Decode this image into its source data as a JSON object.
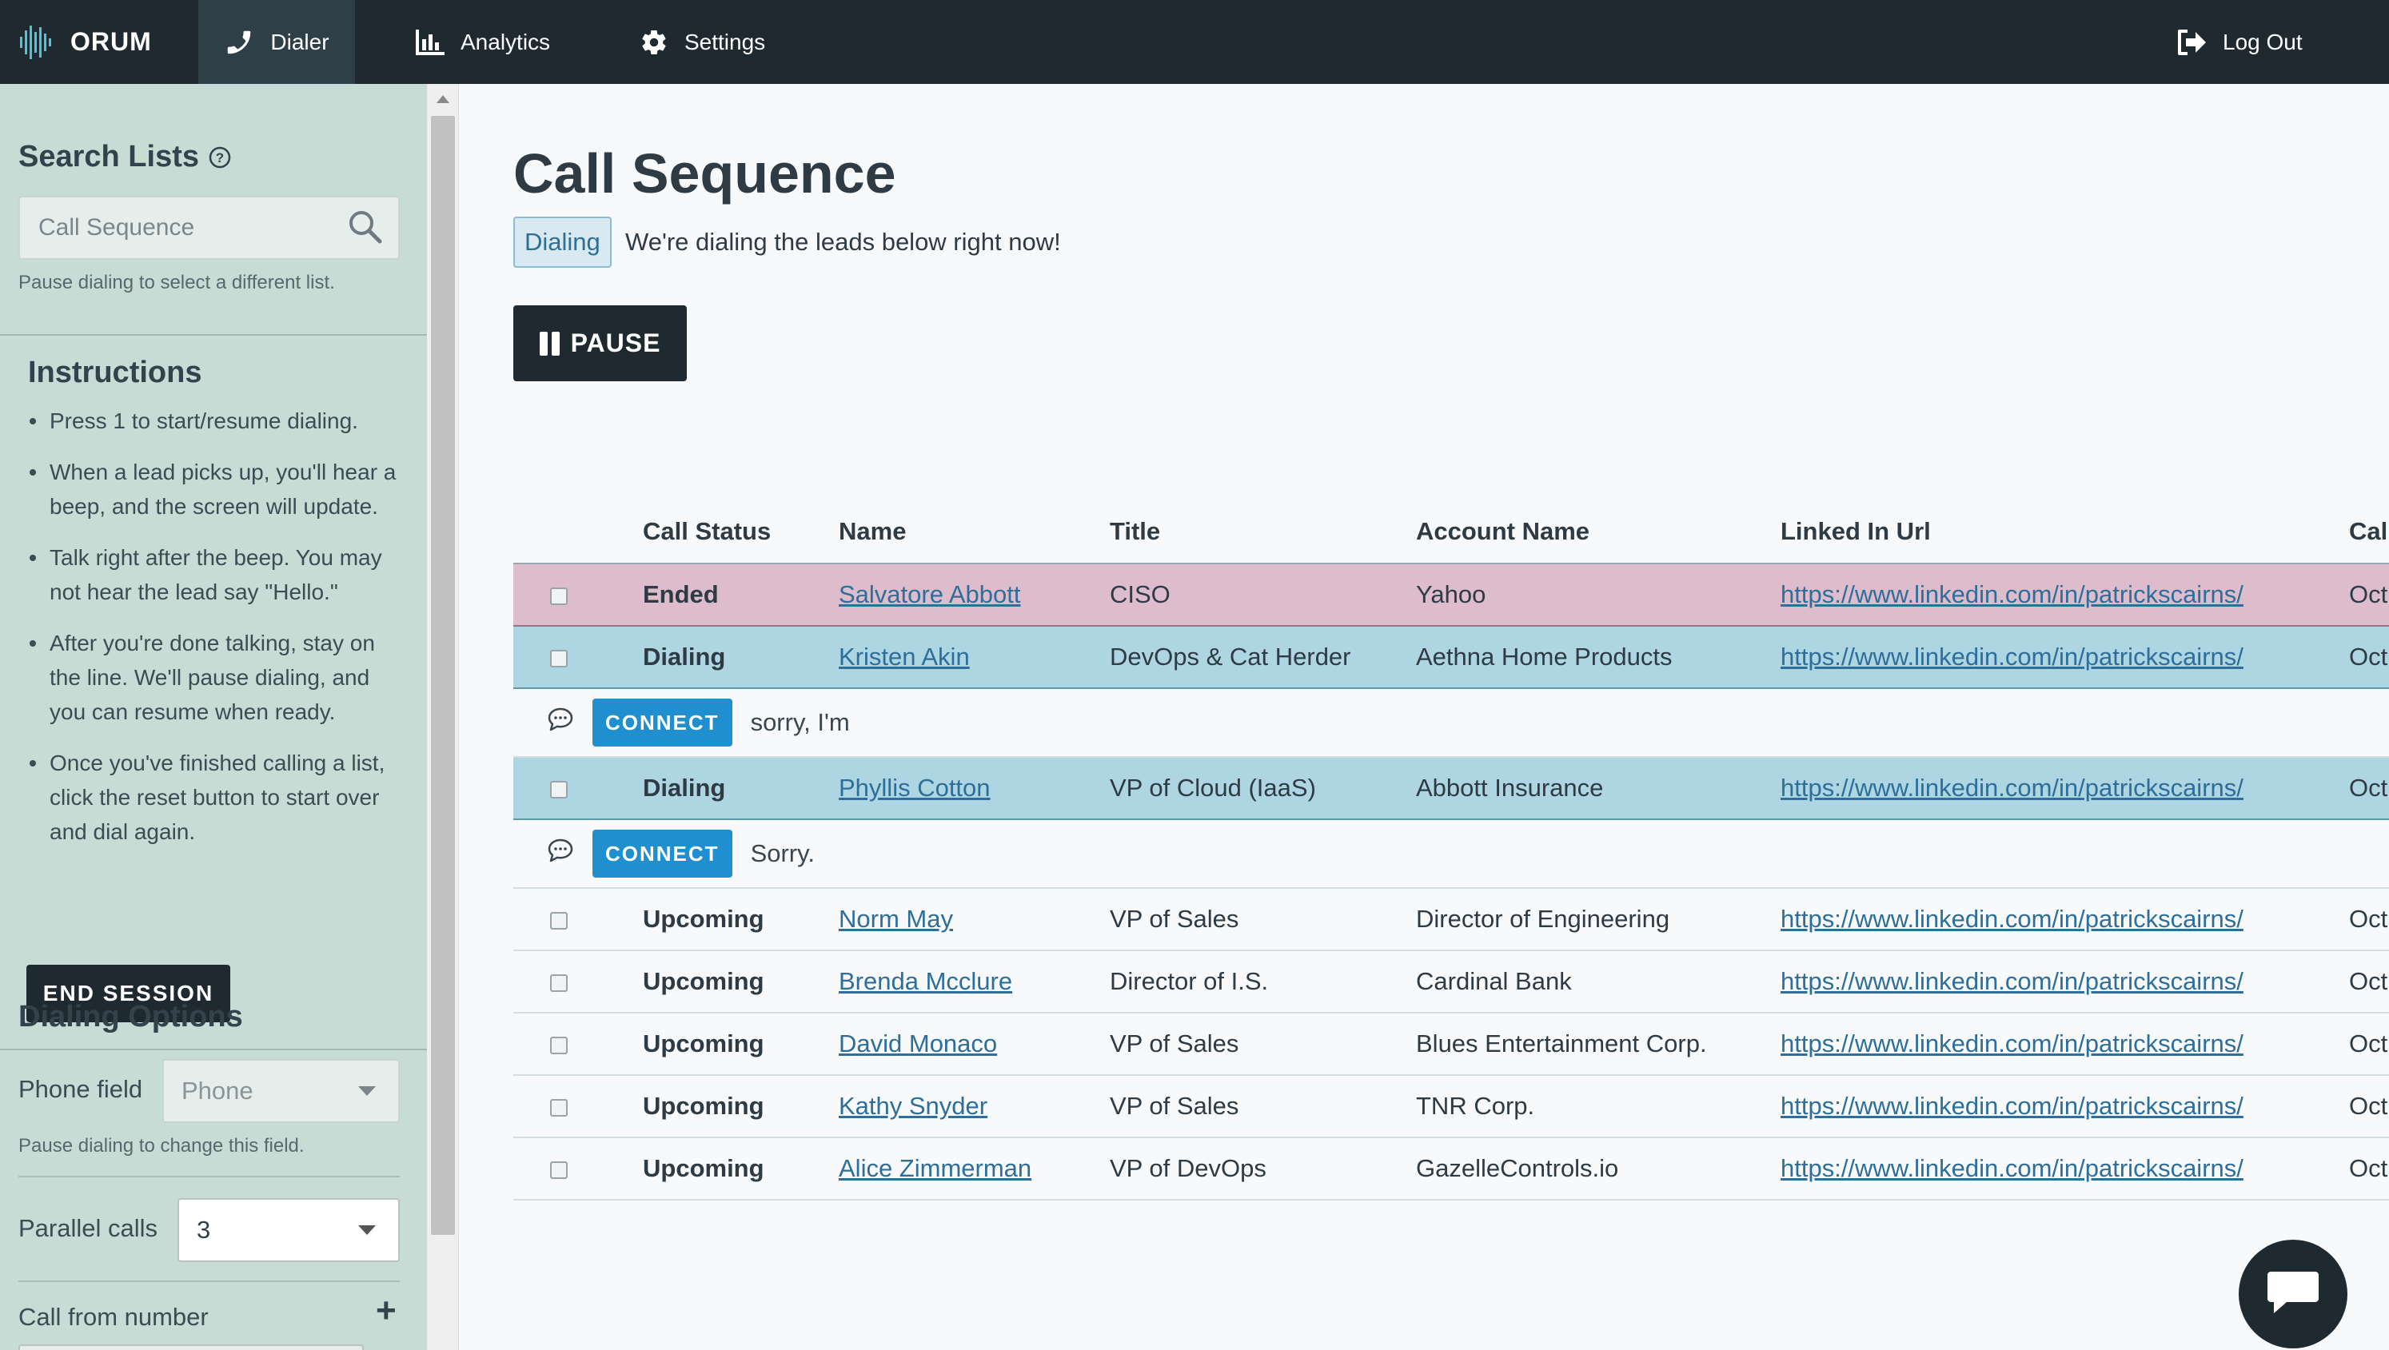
{
  "nav": {
    "brand": "ORUM",
    "dialer": "Dialer",
    "analytics": "Analytics",
    "settings": "Settings",
    "logout": "Log Out"
  },
  "sidebar": {
    "search_title": "Search Lists",
    "search_placeholder": "Call Sequence",
    "search_hint": "Pause dialing to select a different list.",
    "instructions_title": "Instructions",
    "instructions": [
      "Press 1 to start/resume dialing.",
      "When a lead picks up, you'll hear a beep, and the screen will update.",
      "Talk right after the beep. You may not hear the lead say \"Hello.\"",
      "After you're done talking, stay on the line. We'll pause dialing, and you can resume when ready.",
      "Once you've finished calling a list, click the reset button to start over and dial again."
    ],
    "end_session": "END SESSION",
    "dialing_options_title": "Dialing Options",
    "phone_field_label": "Phone field",
    "phone_field_value": "Phone",
    "phone_field_hint": "Pause dialing to change this field.",
    "parallel_calls_label": "Parallel calls",
    "parallel_calls_value": "3",
    "call_from_label": "Call from number",
    "plus": "+"
  },
  "main": {
    "title": "Call Sequence",
    "status_badge": "Dialing",
    "status_message": "We're dialing the leads below right now!",
    "pause_label": "PAUSE",
    "connect_label": "CONNECT",
    "columns": [
      "Call Status",
      "Name",
      "Title",
      "Account Name",
      "Linked In Url",
      "Call"
    ],
    "rows": [
      {
        "status": "Ended",
        "name": "Salvatore Abbott",
        "title": "CISO",
        "account": "Yahoo",
        "linkedin": "https://www.linkedin.com/in/patrickscairns/",
        "call": "Oct"
      },
      {
        "status": "Dialing",
        "name": "Kristen Akin",
        "title": "DevOps & Cat Herder",
        "account": "Aethna Home Products",
        "linkedin": "https://www.linkedin.com/in/patrickscairns/",
        "call": "Oct"
      },
      {
        "status": "Dialing",
        "name": "Phyllis Cotton",
        "title": "VP of Cloud (IaaS)",
        "account": "Abbott Insurance",
        "linkedin": "https://www.linkedin.com/in/patrickscairns/",
        "call": "Oct"
      },
      {
        "status": "Upcoming",
        "name": "Norm May",
        "title": "VP of Sales",
        "account": "Director of Engineering",
        "linkedin": "https://www.linkedin.com/in/patrickscairns/",
        "call": "Oct"
      },
      {
        "status": "Upcoming",
        "name": "Brenda Mcclure",
        "title": "Director of I.S.",
        "account": "Cardinal Bank",
        "linkedin": "https://www.linkedin.com/in/patrickscairns/",
        "call": "Oct"
      },
      {
        "status": "Upcoming",
        "name": "David Monaco",
        "title": "VP of Sales",
        "account": "Blues Entertainment Corp.",
        "linkedin": "https://www.linkedin.com/in/patrickscairns/",
        "call": "Oct"
      },
      {
        "status": "Upcoming",
        "name": "Kathy Snyder",
        "title": "VP of Sales",
        "account": "TNR Corp.",
        "linkedin": "https://www.linkedin.com/in/patrickscairns/",
        "call": "Oct"
      },
      {
        "status": "Upcoming",
        "name": "Alice Zimmerman",
        "title": "VP of DevOps",
        "account": "GazelleControls.io",
        "linkedin": "https://www.linkedin.com/in/patrickscairns/",
        "call": "Oct"
      }
    ],
    "transcripts": [
      {
        "text": "sorry, I'm"
      },
      {
        "text": "Sorry."
      }
    ]
  },
  "icons": {
    "brand": "orum-waveform-logo",
    "dialer": "phone-icon",
    "analytics": "bar-chart-icon",
    "settings": "gear-icon",
    "logout": "logout-icon",
    "help": "question-circle-icon",
    "search": "search-icon",
    "transcript": "speech-bubble-icon",
    "chat": "chat-icon"
  },
  "colors": {
    "nav_bg": "#1e2a30",
    "sidebar_bg": "#c6dcd5",
    "ended_row": "#ddbccb",
    "dialing_row": "#add5e2",
    "connect_button": "#1f8fd0",
    "link": "#2d6e9a"
  }
}
